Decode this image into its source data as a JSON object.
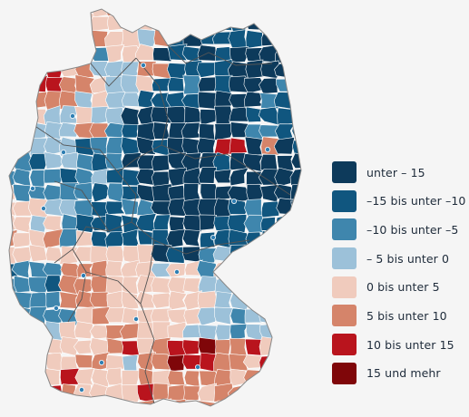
{
  "legend": {
    "items": [
      {
        "label": "unter – 15",
        "color": "#0d3a5b"
      },
      {
        "label": "–15 bis unter –10",
        "color": "#10567f"
      },
      {
        "label": "–10 bis unter –5",
        "color": "#3f86ad"
      },
      {
        "label": "– 5 bis unter 0",
        "color": "#9cc1d9"
      },
      {
        "label": "0 bis unter 5",
        "color": "#f0cbbd"
      },
      {
        "label": "5 bis unter 10",
        "color": "#d5846a"
      },
      {
        "label": "10 bis unter 15",
        "color": "#b9141d"
      },
      {
        "label": "15 und mehr",
        "color": "#7f0609"
      }
    ]
  },
  "map": {
    "country": "Germany",
    "border_color": "#ffffff",
    "state_border_color": "#555555",
    "city_dot_color": "#2f7fb3"
  }
}
